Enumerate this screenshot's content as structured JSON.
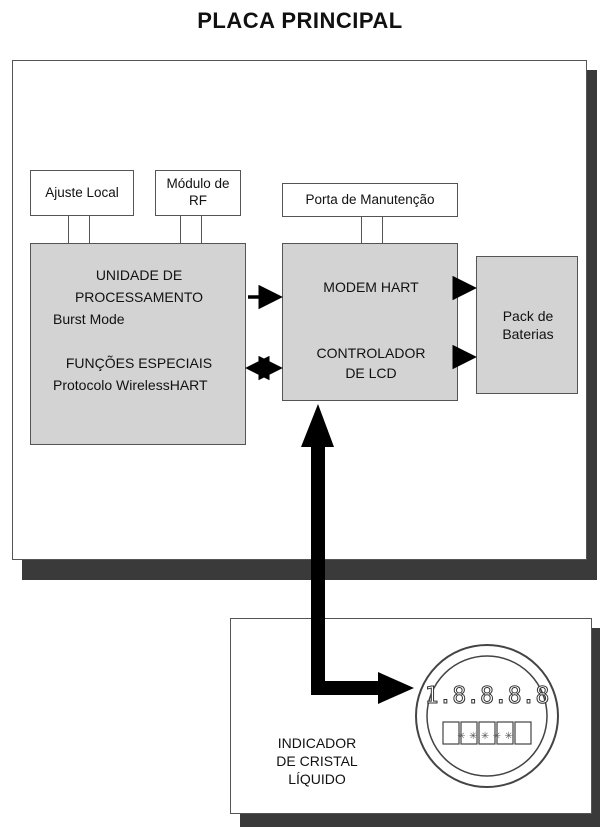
{
  "title": "PLACA PRINCIPAL",
  "blocks": {
    "ajuste_local": "Ajuste Local",
    "modulo_rf_line1": "Módulo de",
    "modulo_rf_line2": "RF",
    "porta_manutencao": "Porta de Manutenção",
    "processing": {
      "line1": "UNIDADE DE",
      "line2": "PROCESSAMENTO",
      "line3": "Burst Mode",
      "line4": "FUNÇÕES ESPECIAIS",
      "line5": "Protocolo WirelessHART"
    },
    "modem": {
      "line1": "MODEM HART",
      "line2": "CONTROLADOR",
      "line3": "DE LCD"
    },
    "battery": {
      "line1": "Pack de",
      "line2": "Baterias"
    }
  },
  "lcd_label": {
    "line1": "INDICADOR",
    "line2": "DE CRISTAL",
    "line3": "LÍQUIDO"
  },
  "lcd_display": {
    "digits": "1.8.8.8.8",
    "alpha": "✳✳✳✳✳"
  },
  "colors": {
    "block_fill": "#d3d3d3",
    "shadow": "#3a3a3a",
    "arrow": "#000000"
  }
}
